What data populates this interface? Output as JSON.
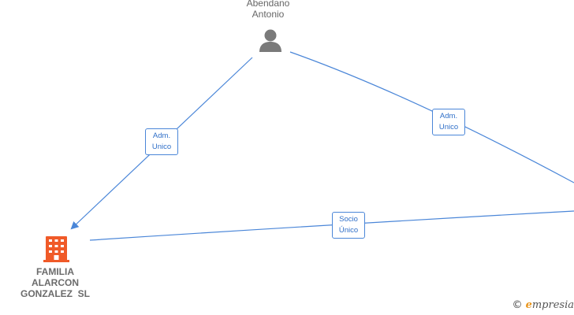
{
  "nodes": {
    "person": {
      "name_line1": "Abendano",
      "name_line2": "Antonio"
    },
    "company": {
      "name_line1": "FAMILIA",
      "name_line2": "ALARCON",
      "name_line3": "GONZALEZ  SL"
    }
  },
  "edges": [
    {
      "line1": "Adm.",
      "line2": "Unico"
    },
    {
      "line1": "Adm.",
      "line2": "Unico"
    },
    {
      "line1": "Socio",
      "line2": "Único"
    }
  ],
  "brand": {
    "copyright": "©",
    "initial": "e",
    "rest": "mpresia"
  },
  "colors": {
    "edge": "#4a86d8",
    "company_icon": "#f05a28",
    "person_icon": "#7a7a7a"
  }
}
